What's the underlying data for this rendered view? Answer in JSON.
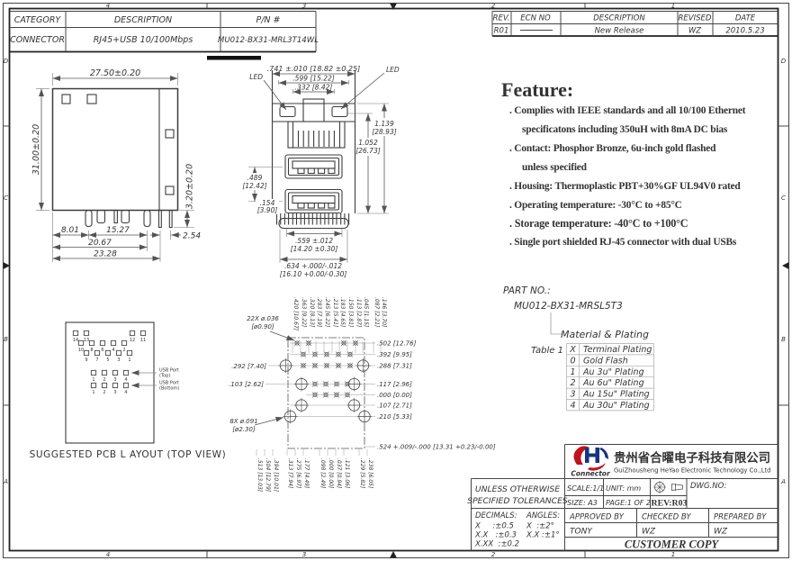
{
  "zones": {
    "top": [
      "4",
      "3",
      "2",
      "1"
    ],
    "bottom": [
      "4",
      "3",
      "2",
      "1"
    ],
    "left": [
      "D",
      "C",
      "B",
      "A"
    ],
    "right": [
      "D",
      "C",
      "B",
      "A"
    ]
  },
  "header_table": {
    "h": [
      "CATEGORY",
      "DESCRIPTION",
      "P/N #"
    ],
    "r": [
      "CONNECTOR",
      "RJ45+USB 10/100Mbps",
      "MU012-BX31-MRL3T14WL"
    ]
  },
  "rev_table": {
    "h": [
      "REV.",
      "ECN NO",
      "DESCRIPTION",
      "REVISED",
      "DATE"
    ],
    "rev": "R01",
    "desc": "New Release",
    "revised": "WZ",
    "date": "2010.5.23"
  },
  "feature": {
    "title": "Feature:",
    "lines": [
      ". Complies with IEEE standards and all 10/100 Ethernet",
      "specificatons including 350uH with 8mA DC bias",
      ". Contact: Phosphor Bronze, 6u-inch gold flashed",
      "unless specified",
      ". Housing: Thermoplastic PBT+30%GF UL94V0 rated",
      ". Operating temperature: -30°C to +85°C",
      ". Storage temperature: -40°C to +100°C",
      ". Single port shielded RJ-45 connector with dual USBs"
    ]
  },
  "part": {
    "label": "PART NO.:",
    "value": "MU012-BX31-MRSL5T3"
  },
  "plating": {
    "title": "Material & Plating",
    "table_label": "Table 1",
    "rows": [
      [
        "X",
        "Terminal Plating"
      ],
      [
        "0",
        "Gold Flash"
      ],
      [
        "1",
        "Au 3u\" Plating"
      ],
      [
        "2",
        "Au 6u\" Plating"
      ],
      [
        "3",
        "Au 15u\" Plating"
      ],
      [
        "4",
        "Au 30u\" Plating"
      ]
    ]
  },
  "side_view": {
    "dim_width": "27.50±0.20",
    "dim_height": "31.00±0.20",
    "dim_pin": "3.20±0.20",
    "dim_a": "8.01",
    "dim_b": "15.27",
    "dim_c": "2.54",
    "dim_d": "20.67",
    "dim_e": "23.28"
  },
  "front_view": {
    "led": "LED",
    "w1": ".741 ±.010 [18.82 ±0.25]",
    "w2": ".599 [15.22]",
    "w3": ".332 [8.42]",
    "h1a": "1.139",
    "h1b": "[28.93]",
    "h2a": "1.052",
    "h2b": "[26.73]",
    "l1a": ".489",
    "l1b": "[12.42]",
    "l2a": ".154",
    "l2b": "[3.90]",
    "b1a": ".559 ±.012",
    "b1b": "[14.20 ±0.30]",
    "b2a": ".634 +.000/-.012",
    "b2b": "[16.10 +0.00/-0.30]"
  },
  "pcb_view": {
    "s1": "22X ø.036",
    "s2": "[ø0.90]",
    "g1": "8X ø.091",
    "g2": "[ø2.30]",
    "right_dims": [
      ".502 [12.76]",
      ".392 [9.95]",
      ".288 [7.31]",
      ".117 [2.96]",
      ".000 [0.00]",
      ".107 [2.71]",
      ".210 [5.33]"
    ],
    "right_last": ".524 +.009/-.000 [13.31 +0.23/-0.00]",
    "left_dims": [
      ".292 [7.40]",
      ".103 [2.62]"
    ],
    "top_labels": [
      ".420 [10.67]",
      ".363 [9.22]",
      ".320 [8.13]",
      ".283 [7.19]",
      ".245 [6.22]",
      ".213 [5.41]",
      ".183 [4.65]",
      ".150 [3.81]",
      ".113 [2.87]",
      ".045 [1.15]",
      ".087 [2.21]",
      ".146 [3.70]"
    ],
    "bottom_labels": [
      ".513 [13.03]",
      ".504 [12.79]",
      ".394 [10.01]",
      ".313 [7.94]",
      ".275 [6.97]",
      ".177 [4.49]",
      ".098 [2.49]",
      ".000 [0.00]",
      ".037 [0.94]",
      ".121 [3.06]",
      ".229 [5.82]",
      ".238 [6.05]"
    ]
  },
  "pcb_suggested": {
    "caption": "SUGGESTED PCB L AYOUT (TOP VIEW)",
    "row1": [
      "14",
      "13",
      "12",
      "11"
    ],
    "row2": [
      "10",
      "8",
      "6",
      "4",
      "2"
    ],
    "row3": [
      "9",
      "7",
      "5",
      "3",
      "1"
    ],
    "usb_top": [
      "1",
      "2",
      "3",
      "4"
    ],
    "usb_bottom": [
      "1",
      "2",
      "3",
      "4"
    ],
    "label_top1": "USB Port",
    "label_top2": "(Top)",
    "label_bot1": "USB Port",
    "label_bot2": "(Bottom)"
  },
  "company": {
    "logo_text": "Connector",
    "name_cn": "贵州省合曜电子科技有限公司",
    "name_en": "GuiZhousheng HeYao Electronic Technology Co.,Ltd"
  },
  "title_block": {
    "unless1": "UNLESS OTHERWISE",
    "unless2": "SPECIFIED TOLERANCES",
    "scale": "SCALE:1/1",
    "unit": "UNIT: mm",
    "dwg": "DWG.NO:",
    "size": "SIZE: A3",
    "page": "PAGE:1 OF 2",
    "rev": "REV:R03",
    "dec_h": "DECIMALS:",
    "ang_h": "ANGLES:",
    "dec1": "X     :±0.5",
    "dec2": "X.X   :±0.3",
    "dec3": "X.XX  :±0.2",
    "ang1": "X  :±2°",
    "ang2": "X.X :±1°",
    "approved": "APPROVED BY",
    "checked": "CHECKED BY",
    "prepared": "PREPARED BY",
    "approved_by": "TONY",
    "checked_by": "WZ",
    "prepared_by": "WZ",
    "copy": "CUSTOMER COPY"
  }
}
